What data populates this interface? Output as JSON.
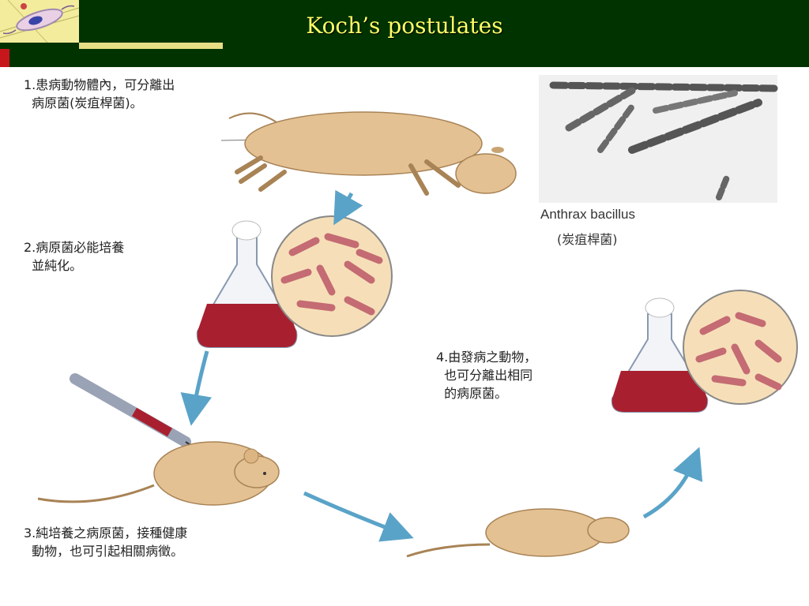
{
  "header": {
    "title": "Koch’s postulates"
  },
  "steps": {
    "step1": "1.患病動物體內，可分離出\n  病原菌(炭疽桿菌)。",
    "step2": "2.病原菌必能培養\n  並純化。",
    "step3": "3.純培養之病原菌，接種健康\n  動物，也可引起相關病徵。",
    "step4": "4.由發病之動物，\n  也可分離出相同\n  的病原菌。"
  },
  "micrograph": {
    "label": "Anthrax bacillus",
    "sublabel": "(炭疽桿菌)"
  },
  "colors": {
    "header_bg": "#003300",
    "title": "#ffff66",
    "arrow": "#5aa3c8",
    "culture": "#a8202f",
    "tan": "#e4c193"
  },
  "icons": [
    "bacterium-logo-icon",
    "arrow-icon"
  ]
}
